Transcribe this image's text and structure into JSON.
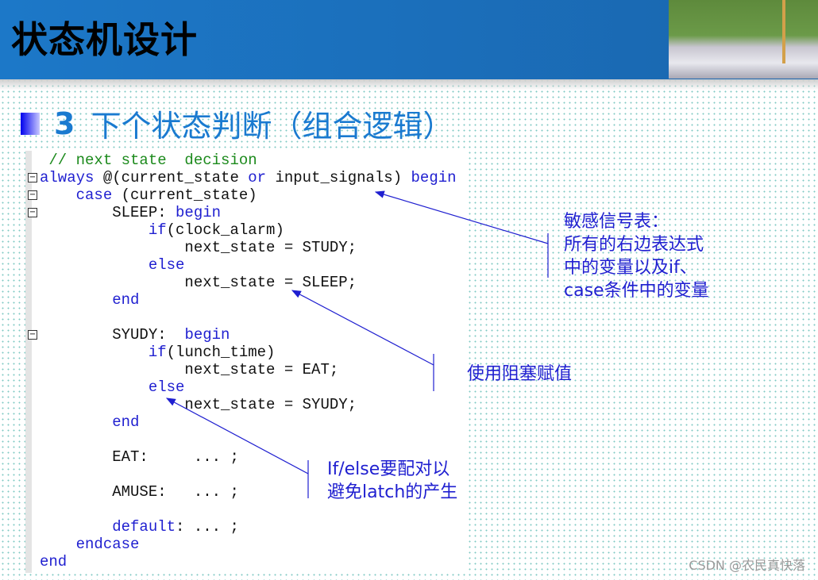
{
  "title": "状态机设计",
  "section": {
    "number": "3",
    "text": "下个状态判断（组合逻辑）"
  },
  "code": [
    [
      {
        "t": " // next state  decision",
        "c": "cm"
      }
    ],
    [
      {
        "t": "always",
        "c": "kw"
      },
      {
        "t": " @(current_state ",
        "c": "tx"
      },
      {
        "t": "or",
        "c": "kw"
      },
      {
        "t": " input_signals) ",
        "c": "tx"
      },
      {
        "t": "begin",
        "c": "kw"
      }
    ],
    [
      {
        "t": "    case",
        "c": "kw"
      },
      {
        "t": " (current_state)",
        "c": "tx"
      }
    ],
    [
      {
        "t": "        SLEEP: ",
        "c": "tx"
      },
      {
        "t": "begin",
        "c": "kw"
      }
    ],
    [
      {
        "t": "            if",
        "c": "kw"
      },
      {
        "t": "(clock_alarm)",
        "c": "tx"
      }
    ],
    [
      {
        "t": "                next_state = STUDY;",
        "c": "tx"
      }
    ],
    [
      {
        "t": "            else",
        "c": "kw"
      }
    ],
    [
      {
        "t": "                next_state = SLEEP;",
        "c": "tx"
      }
    ],
    [
      {
        "t": "        end",
        "c": "kw"
      }
    ],
    [],
    [
      {
        "t": "        SYUDY:  ",
        "c": "tx"
      },
      {
        "t": "begin",
        "c": "kw"
      }
    ],
    [
      {
        "t": "            if",
        "c": "kw"
      },
      {
        "t": "(lunch_time)",
        "c": "tx"
      }
    ],
    [
      {
        "t": "                next_state = EAT;",
        "c": "tx"
      }
    ],
    [
      {
        "t": "            else",
        "c": "kw"
      }
    ],
    [
      {
        "t": "                next_state = SYUDY;",
        "c": "tx"
      }
    ],
    [
      {
        "t": "        end",
        "c": "kw"
      }
    ],
    [],
    [
      {
        "t": "        EAT:     ... ;",
        "c": "tx"
      }
    ],
    [],
    [
      {
        "t": "        AMUSE:   ... ;",
        "c": "tx"
      }
    ],
    [],
    [
      {
        "t": "        default",
        "c": "kw"
      },
      {
        "t": ": ... ;",
        "c": "tx"
      }
    ],
    [
      {
        "t": "    endcase",
        "c": "kw"
      }
    ],
    [
      {
        "t": "end",
        "c": "kw"
      }
    ]
  ],
  "notes": {
    "sensitivity": [
      "敏感信号表：",
      "所有的右边表达式",
      "中的变量以及if、",
      "case条件中的变量"
    ],
    "blocking": [
      "使用阻塞赋值"
    ],
    "ifelse": [
      "If/else要配对以",
      "避免latch的产生"
    ]
  },
  "watermark": "CSDN @农民真快落",
  "colors": {
    "header": "#1c78c8",
    "accent": "#1a7ad0",
    "keyword": "#1f1fd0",
    "comment": "#1c8a1c"
  }
}
